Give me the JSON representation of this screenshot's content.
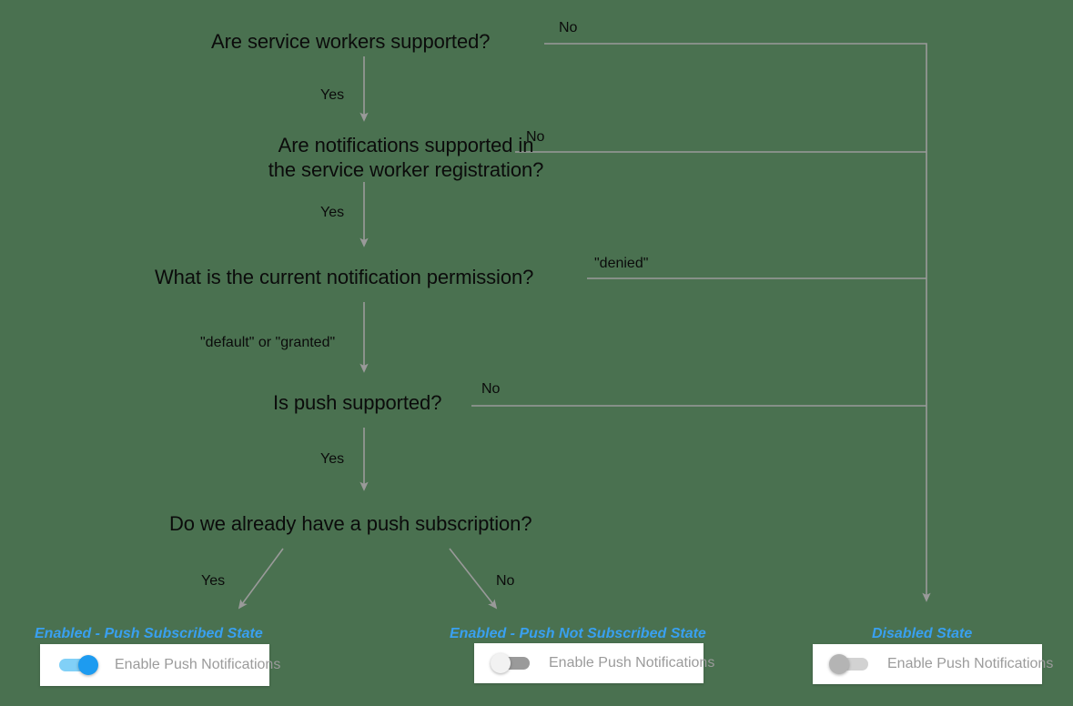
{
  "diagram": {
    "title": "Push notification UI state decision flow",
    "background_color": "#4a7150",
    "wire_color": "#9a9a9a",
    "accent_color": "#39a0f0",
    "nodes": [
      {
        "id": "q-service-workers",
        "text": "Are service workers supported?"
      },
      {
        "id": "q-notifications",
        "text": "Are notifications supported in\nthe service worker registration?"
      },
      {
        "id": "q-permission",
        "text": "What is the current notification permission?"
      },
      {
        "id": "q-push",
        "text": "Is push supported?"
      },
      {
        "id": "q-subscription",
        "text": "Do we already have a push subscription?"
      }
    ],
    "edges": [
      {
        "id": "e-sw-yes",
        "label": "Yes"
      },
      {
        "id": "e-sw-no",
        "label": "No"
      },
      {
        "id": "e-notif-yes",
        "label": "Yes"
      },
      {
        "id": "e-notif-no",
        "label": "No"
      },
      {
        "id": "e-perm-ok",
        "label": "\"default\" or \"granted\""
      },
      {
        "id": "e-perm-denied",
        "label": "\"denied\""
      },
      {
        "id": "e-push-yes",
        "label": "Yes"
      },
      {
        "id": "e-push-no",
        "label": "No"
      },
      {
        "id": "e-sub-yes",
        "label": "Yes"
      },
      {
        "id": "e-sub-no",
        "label": "No"
      }
    ],
    "outcomes": [
      {
        "id": "outcome-subscribed",
        "state_label": "Enabled - Push Subscribed State",
        "toggle_label": "Enable Push Notifications",
        "toggle_state": "on"
      },
      {
        "id": "outcome-not-subscribed",
        "state_label": "Enabled - Push Not Subscribed State",
        "toggle_label": "Enable Push Notifications",
        "toggle_state": "off"
      },
      {
        "id": "outcome-disabled",
        "state_label": "Disabled State",
        "toggle_label": "Enable Push Notifications",
        "toggle_state": "disabled"
      }
    ]
  }
}
